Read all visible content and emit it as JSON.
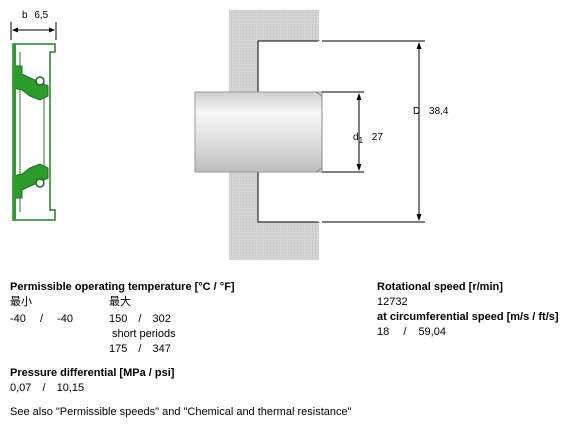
{
  "dimensions": {
    "b_label": "b",
    "b_value": "6,5",
    "d_label": "d",
    "d_subscript": "1",
    "d_value": "27",
    "D_label": "D",
    "D_value": "38,4"
  },
  "specs": {
    "temperature": {
      "title": "Permissible operating temperature [°C / °F]",
      "min_label": "最小",
      "max_label": "最大",
      "min_c": "-40",
      "min_f": "-40",
      "max_c": "150",
      "max_f": "302",
      "short_periods_label": "short periods",
      "short_c": "175",
      "short_f": "347",
      "sep": "/"
    },
    "pressure": {
      "title": "Pressure differential [MPa / psi]",
      "mpa": "0,07",
      "psi": "10,15",
      "sep": "/"
    },
    "rotational": {
      "title": "Rotational speed [r/min]",
      "value": "12732"
    },
    "circumferential": {
      "title": "at circumferential speed [m/s / ft/s]",
      "ms": "18",
      "fts": "59,04",
      "sep": "/"
    },
    "see_also": "See also \"Permissible speeds\" and \"Chemical and thermal resistance\""
  },
  "colors": {
    "seal_green": "#2a9d2a",
    "housing_gray": "#d6d6d6",
    "shaft_light": "#f2f2f2",
    "line": "#000000"
  }
}
